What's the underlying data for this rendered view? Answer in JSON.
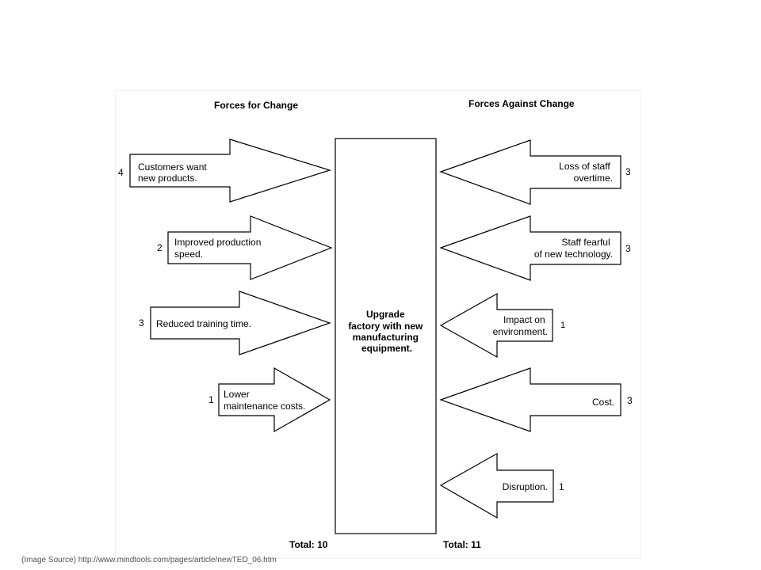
{
  "headers": {
    "for": "Forces for Change",
    "against": "Forces Against Change"
  },
  "center": {
    "lines": [
      "Upgrade",
      "factory with new",
      "manufacturing",
      "equipment."
    ]
  },
  "forces_for": [
    {
      "lines": [
        "Customers want",
        "new products."
      ],
      "score": "4"
    },
    {
      "lines": [
        "Improved production",
        "speed."
      ],
      "score": "2"
    },
    {
      "lines": [
        "Reduced training time."
      ],
      "score": "3"
    },
    {
      "lines": [
        "Lower",
        "maintenance costs."
      ],
      "score": "1"
    }
  ],
  "forces_against": [
    {
      "lines": [
        "Loss of staff",
        "overtime."
      ],
      "score": "3"
    },
    {
      "lines": [
        "Staff fearful",
        "of new technology."
      ],
      "score": "3"
    },
    {
      "lines": [
        "Impact on",
        "environment."
      ],
      "score": "1"
    },
    {
      "lines": [
        "Cost."
      ],
      "score": "3"
    },
    {
      "lines": [
        "Disruption."
      ],
      "score": "1"
    }
  ],
  "totals": {
    "for": "Total: 10",
    "against": "Total: 11"
  },
  "source": "(Image Source) http://www.mindtools.com/pages/article/newTED_06.htm"
}
